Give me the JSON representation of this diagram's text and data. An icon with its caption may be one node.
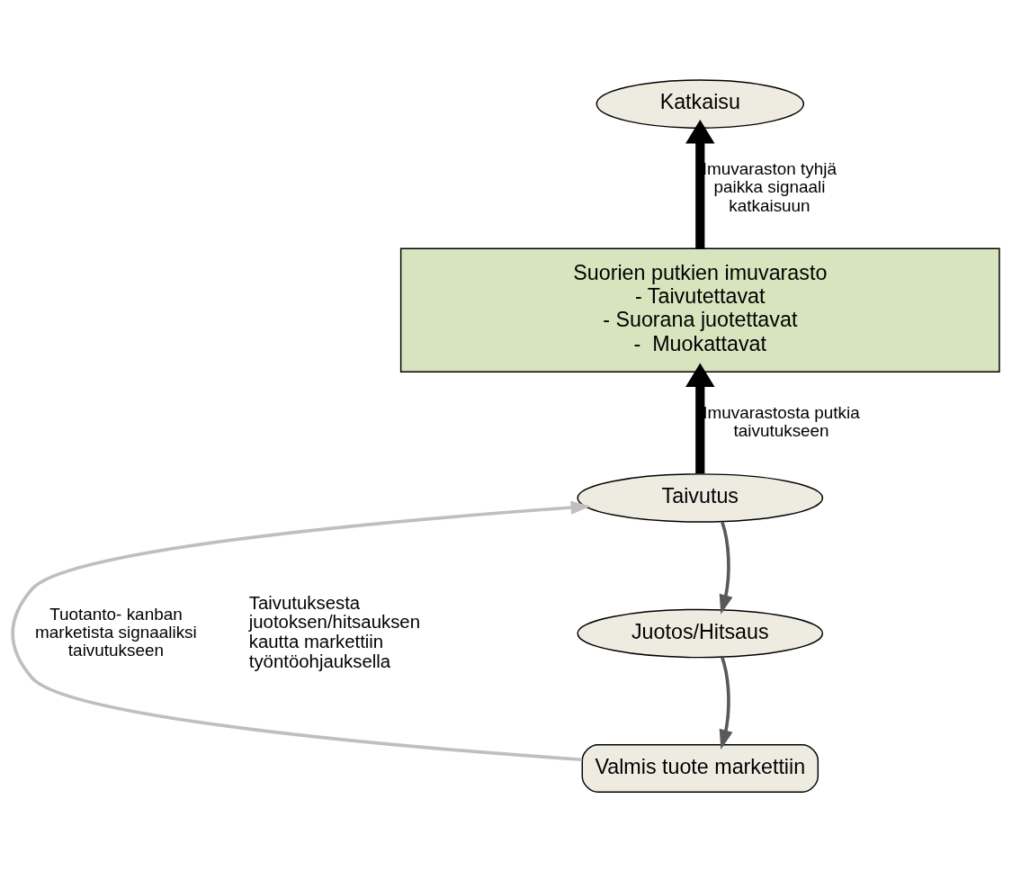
{
  "diagram": {
    "nodes": [
      {
        "text": [
          "Katkaisu"
        ]
      },
      {
        "text": [
          "Suorien putkien imuvarasto",
          "- Taivutettavat",
          "- Suorana juotettavat",
          "-  Muokattavat"
        ]
      },
      {
        "text": [
          "Taivutus"
        ]
      },
      {
        "text": [
          "Juotos/Hitsaus"
        ]
      },
      {
        "text": [
          "Valmis tuote markettiin"
        ]
      }
    ],
    "edges": [
      {
        "from": 1,
        "to": 0,
        "arrow": "to",
        "label": "Imuvaraston tyhjä paikka signaali katkaisuun",
        "style": "thick"
      },
      {
        "from": 2,
        "to": 1,
        "arrow": "to",
        "label": "Imuvarastosta putkia taivutukseen",
        "style": "thick"
      },
      {
        "from": 2,
        "to": 3,
        "arrow": "to",
        "color": "#595959"
      },
      {
        "from": 3,
        "to": 4,
        "arrow": "to",
        "color": "#595959"
      },
      {
        "from": 4,
        "to": 2,
        "arrow": "to",
        "label": "Tuotanto- kanban marketista signaaliksi taivutukseen",
        "color": "#bfbfbf"
      }
    ],
    "labels": [
      "Taivutuksesta juotoksen/hitsauksen kautta markettiin työntöohjauksella"
    ]
  }
}
